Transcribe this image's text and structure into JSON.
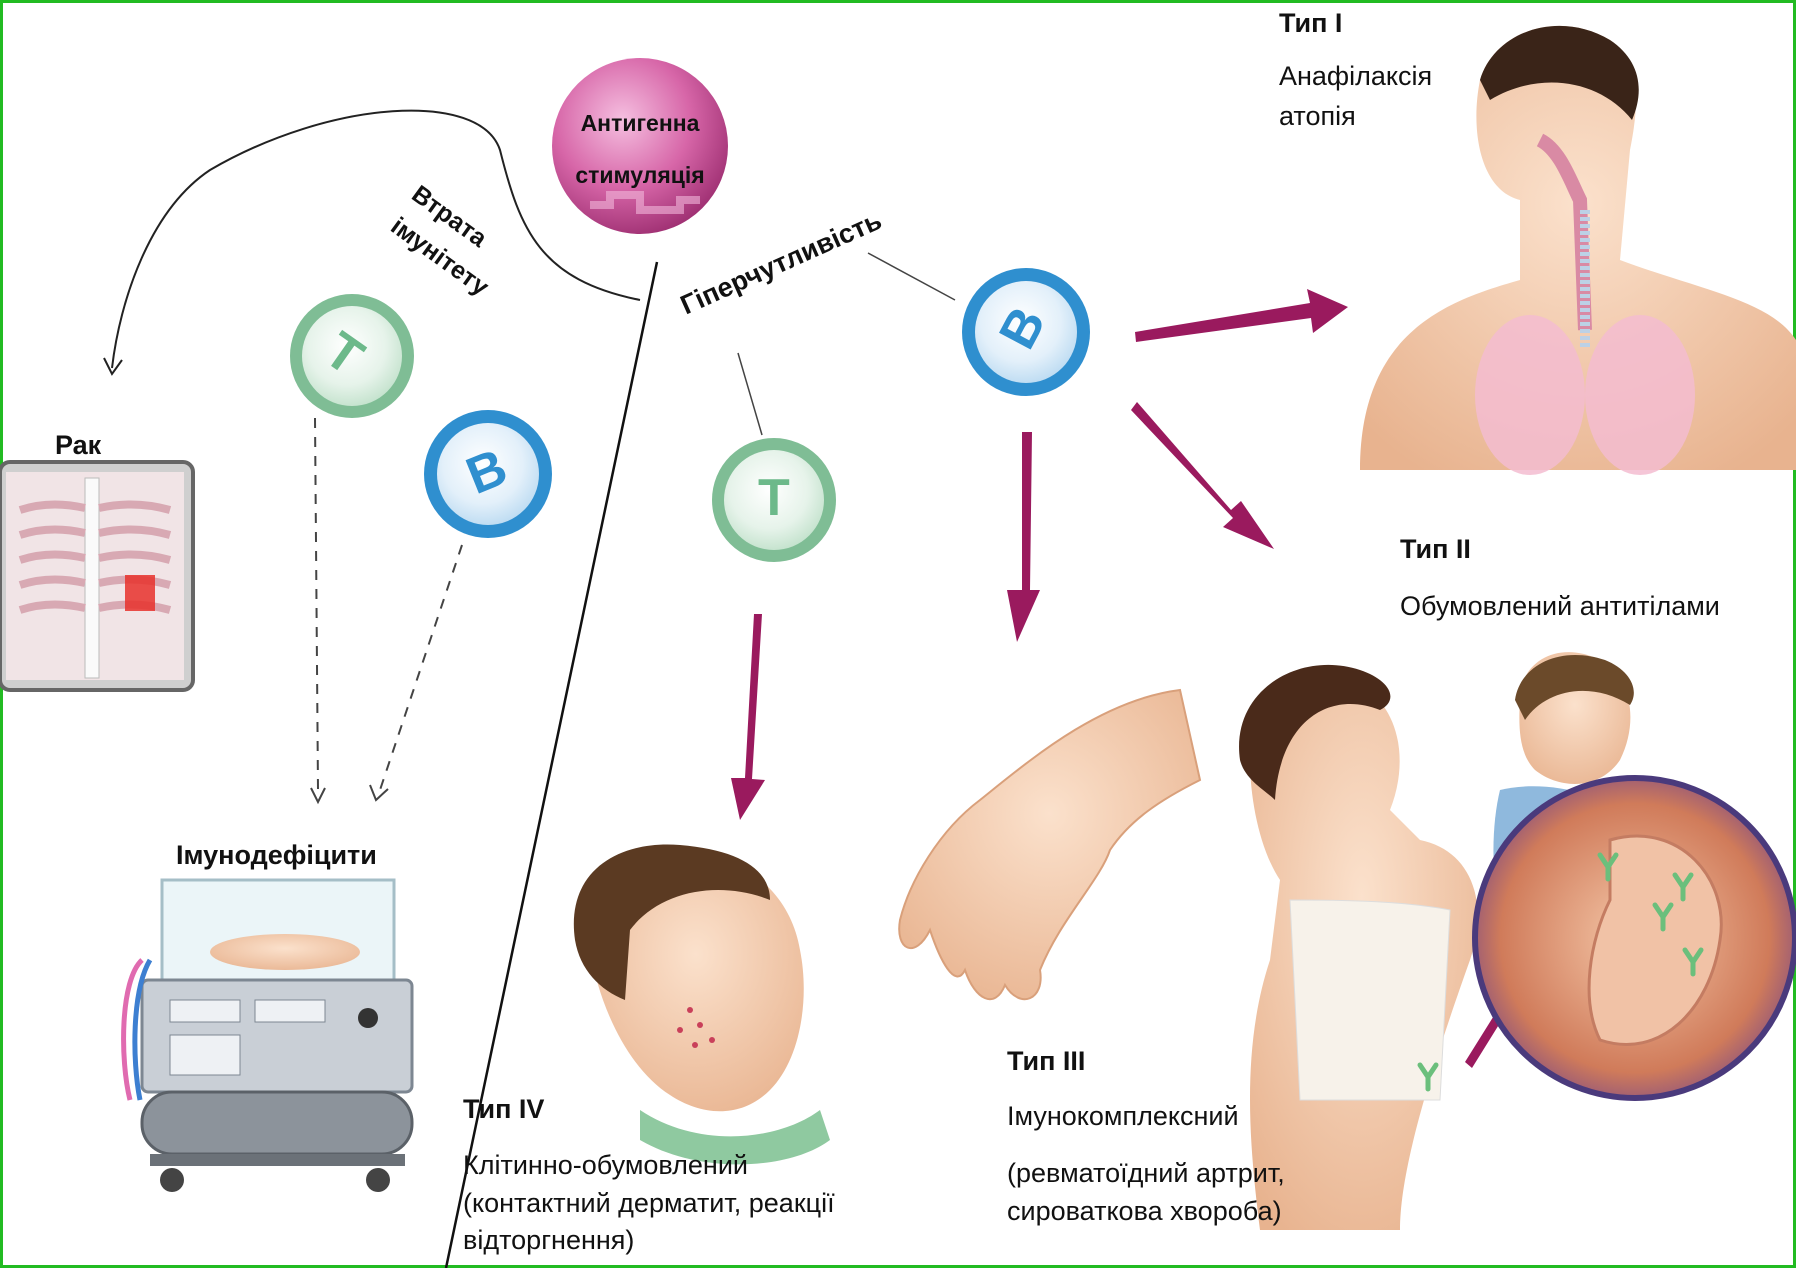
{
  "antigen": {
    "line1": "Антигенна",
    "line2": "стимуляція"
  },
  "branches": {
    "loss_line1": "Втрата",
    "loss_line2": "імунітету",
    "hypersensitivity": "Гіперчутливість"
  },
  "cells": {
    "t": "T",
    "b": "B"
  },
  "cancer": {
    "label": "Рак"
  },
  "immunodeficiency": {
    "label": "Імунодефіцити"
  },
  "type1": {
    "title": "Тип I",
    "line1": "Анафілаксія",
    "line2": "атопія"
  },
  "type2": {
    "title": "Тип II",
    "desc": "Обумовлений антитілами"
  },
  "type3": {
    "title": "Тип III",
    "desc": "Імунокомплексний",
    "line1": "(ревматоїдний артрит,",
    "line2": "сироваткова хвороба)"
  },
  "type4": {
    "title": "Тип IV",
    "line1": "Клітинно-обумовлений",
    "line2": "(контактний дерматит, реакції",
    "line3": "відторгнення)"
  },
  "colors": {
    "frame": "#22bb22",
    "arrow": "#9a1a5e",
    "t_cell": "#6cb98a",
    "b_cell": "#2f8fcf",
    "antigen": "#c64d94"
  }
}
